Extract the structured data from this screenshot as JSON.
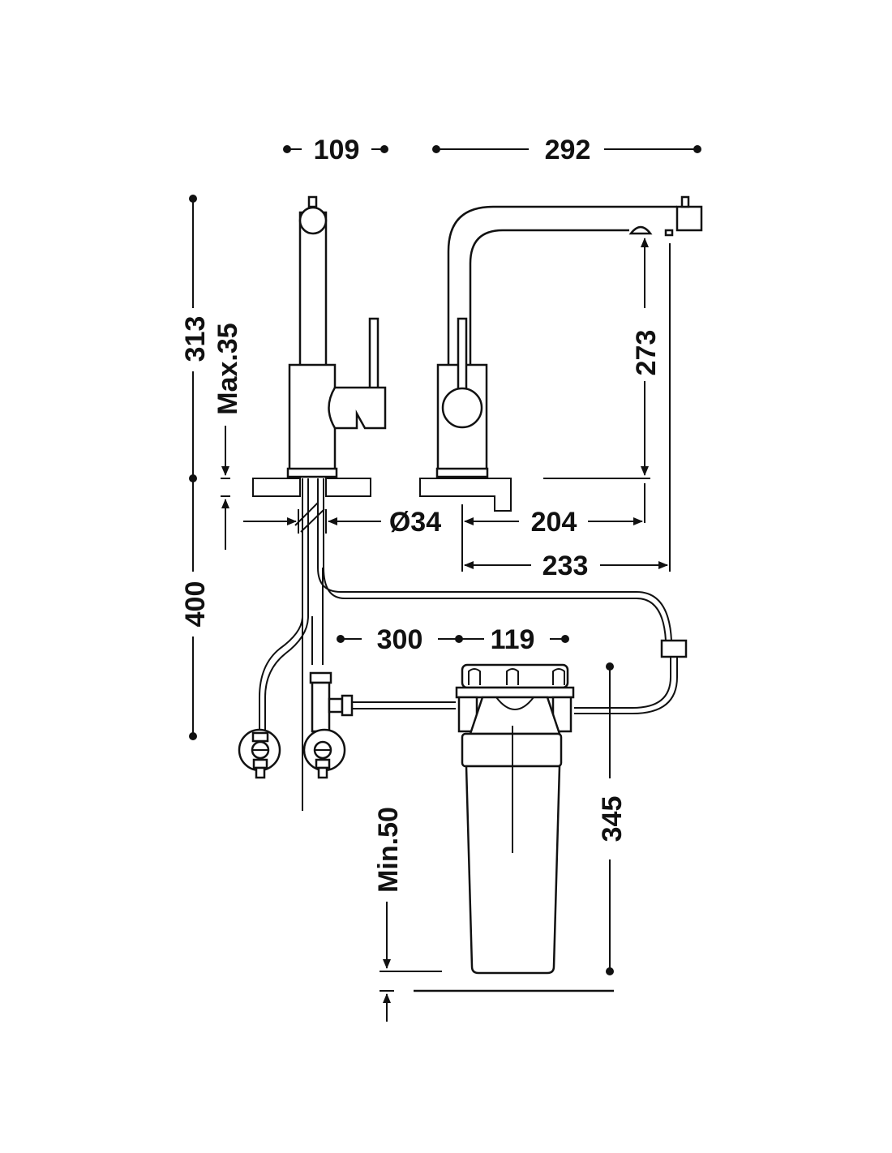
{
  "dimensions": {
    "width_spout_side": "109",
    "width_spout_reach": "292",
    "height_total": "313",
    "max_counter_thickness": "Max.35",
    "hole_diameter": "Ø34",
    "reach_to_outlet": "204",
    "reach_total": "233",
    "outlet_height": "273",
    "hose_length": "400",
    "hose_to_filter": "300",
    "filter_width": "119",
    "filter_height": "345",
    "min_floor_clearance": "Min.50"
  },
  "colors": {
    "line": "#111111",
    "background": "#ffffff"
  }
}
